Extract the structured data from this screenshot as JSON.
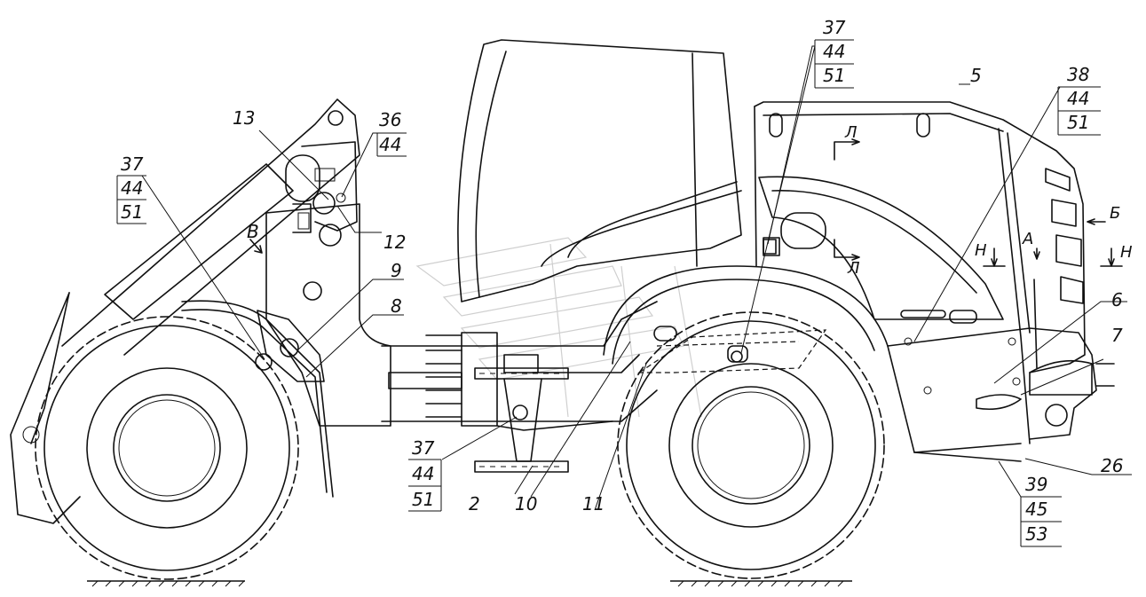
{
  "callouts": {
    "c13": "13",
    "c12": "12",
    "c9": "9",
    "c8": "8",
    "c2": "2",
    "c10": "10",
    "c11": "11",
    "c5": "5",
    "c6": "6",
    "c7": "7",
    "c26": "26",
    "view_b": "В",
    "view_l1": "Л",
    "view_l2": "Л",
    "view_a": "А",
    "view_n1": "Н",
    "view_n2": "Н",
    "view_bb": "Б"
  },
  "stacks": {
    "s36": [
      "36",
      "44"
    ],
    "s37_left": [
      "37",
      "44",
      "51"
    ],
    "s37_top": [
      "37",
      "44",
      "51"
    ],
    "s38": [
      "38",
      "44",
      "51"
    ],
    "s37_bottom": [
      "37",
      "44",
      "51"
    ],
    "s39": [
      "39",
      "45",
      "53"
    ]
  }
}
